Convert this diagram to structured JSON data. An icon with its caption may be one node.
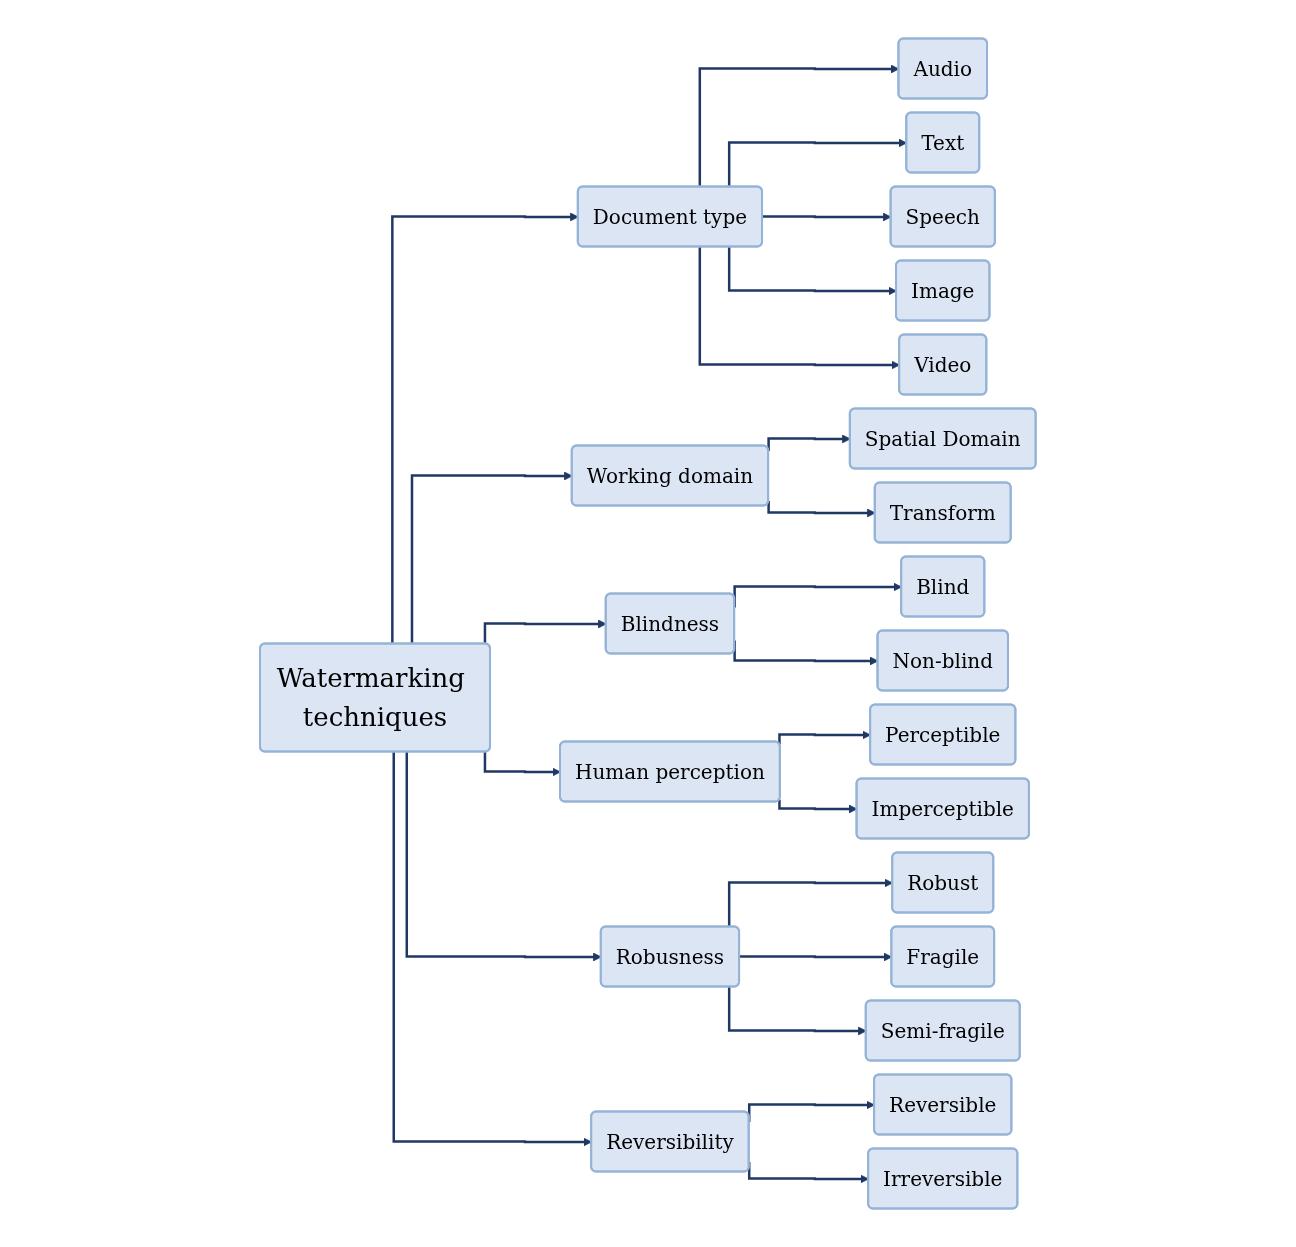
{
  "diagram": {
    "nodes": [
      {
        "text": [
          "Watermarking techniques"
        ]
      },
      {
        "text": [
          "Document type"
        ]
      },
      {
        "text": [
          "Working domain"
        ]
      },
      {
        "text": [
          "Blindness"
        ]
      },
      {
        "text": [
          "Human perception"
        ]
      },
      {
        "text": [
          "Robusness"
        ]
      },
      {
        "text": [
          "Reversibility"
        ]
      },
      {
        "text": [
          "Audio"
        ]
      },
      {
        "text": [
          "Text"
        ]
      },
      {
        "text": [
          "Speech"
        ]
      },
      {
        "text": [
          "Image"
        ]
      },
      {
        "text": [
          "Video"
        ]
      },
      {
        "text": [
          "Spatial Domain"
        ]
      },
      {
        "text": [
          "Transform"
        ]
      },
      {
        "text": [
          "Blind"
        ]
      },
      {
        "text": [
          "Non-blind"
        ]
      },
      {
        "text": [
          "Perceptible"
        ]
      },
      {
        "text": [
          "Imperceptible"
        ]
      },
      {
        "text": [
          "Robust"
        ]
      },
      {
        "text": [
          "Fragile"
        ]
      },
      {
        "text": [
          "Semi-fragile"
        ]
      },
      {
        "text": [
          "Reversible"
        ]
      },
      {
        "text": [
          "Irreversible"
        ]
      }
    ],
    "edges": [
      {
        "from": 0,
        "to": 1,
        "arrow": "to"
      },
      {
        "from": 0,
        "to": 2,
        "arrow": "to"
      },
      {
        "from": 0,
        "to": 3,
        "arrow": "to"
      },
      {
        "from": 0,
        "to": 4,
        "arrow": "to"
      },
      {
        "from": 0,
        "to": 5,
        "arrow": "to"
      },
      {
        "from": 0,
        "to": 6,
        "arrow": "to"
      },
      {
        "from": 1,
        "to": 7,
        "arrow": "to"
      },
      {
        "from": 1,
        "to": 8,
        "arrow": "to"
      },
      {
        "from": 1,
        "to": 9,
        "arrow": "to"
      },
      {
        "from": 1,
        "to": 10,
        "arrow": "to"
      },
      {
        "from": 1,
        "to": 11,
        "arrow": "to"
      },
      {
        "from": 2,
        "to": 12,
        "arrow": "to"
      },
      {
        "from": 2,
        "to": 13,
        "arrow": "to"
      },
      {
        "from": 3,
        "to": 14,
        "arrow": "to"
      },
      {
        "from": 3,
        "to": 15,
        "arrow": "to"
      },
      {
        "from": 4,
        "to": 16,
        "arrow": "to"
      },
      {
        "from": 4,
        "to": 17,
        "arrow": "to"
      },
      {
        "from": 5,
        "to": 18,
        "arrow": "to"
      },
      {
        "from": 5,
        "to": 19,
        "arrow": "to"
      },
      {
        "from": 5,
        "to": 20,
        "arrow": "to"
      },
      {
        "from": 6,
        "to": 21,
        "arrow": "to"
      },
      {
        "from": 6,
        "to": 22,
        "arrow": "to"
      }
    ]
  }
}
